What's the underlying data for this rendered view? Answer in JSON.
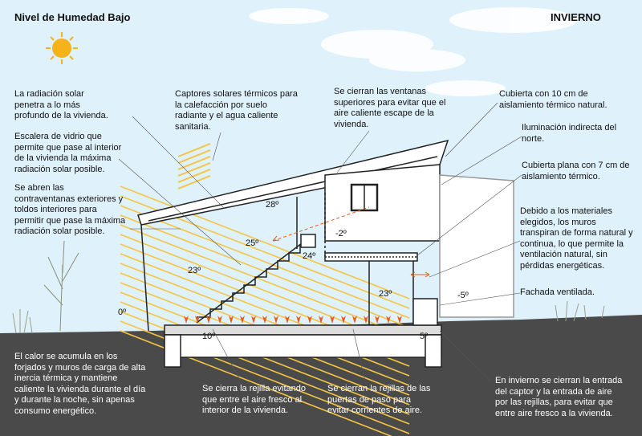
{
  "header": {
    "left_title": "Nivel de Humedad Bajo",
    "right_title": "INVIERNO"
  },
  "annotations": {
    "solar_radiation": "La radiación solar\npenetra a lo más\nprofundo de la vivienda.",
    "glass_stair": "Escalera de vidrio que\npermite que pase al interior\nde la vivienda la máxima\nradiación solar posible.",
    "shutters": "Se abren las\ncontraventanas exteriores y\ntoldos interiores para\npermitir que pase la máxima\nradiación solar posible.",
    "solar_collectors": "Captores solares térmicos para\nla calefacción por suelo\nradiante y el agua caliente\nsanitaria.",
    "upper_windows": "Se cierran las ventanas\nsuperiores para evitar que el\naire caliente escape de la\nvivienda.",
    "roof_insulation": "Cubierta con 10 cm de\naislamiento térmico natural.",
    "north_light": "Iluminación indirecta del\nnorte.",
    "flat_roof": "Cubierta plana con 7 cm de\naislamiento térmico.",
    "walls": "Debido a los materiales\nelegidos, los muros\ntranspiran de forma natural y\ncontinua, lo que permite la\nventilación natural, sin\npérdidas energéticas.",
    "facade": "Fachada ventilada.",
    "thermal_mass": "El calor se acumula en los\nforjados y muros de carga de alta\ninercia térmica y mantiene\ncaliente la vivienda durante el día\ny durante la noche, sin apenas\nconsumo energético.",
    "grille": "Se cierra la rejilla evitando\nque entre el aire fresco al\ninterior de la vivienda.",
    "door_grilles": "Se cierran la rejillas de las\npuertas de paso para\nevitar corrientes de aire.",
    "winter_intake": "En invierno se cierran la entrada\ndel captor y la entrada de aire\npor las rejillas, para evitar que\nentre aire fresco a la vivienda."
  },
  "temperatures": {
    "t28": "28º",
    "t25": "25º",
    "t23a": "23º",
    "t0": "0º",
    "tm2": "-2º",
    "t24": "24º",
    "t23b": "23º",
    "tm5": "-5º",
    "t10": "10º",
    "t5": "5º"
  },
  "colors": {
    "sky": "#dff1fb",
    "cloud": "#ffffff",
    "ground": "#4a4a4a",
    "sun": "#f5b21b",
    "ray": "#f5c542",
    "heat": "#e65a1e",
    "structure": "#222222"
  }
}
